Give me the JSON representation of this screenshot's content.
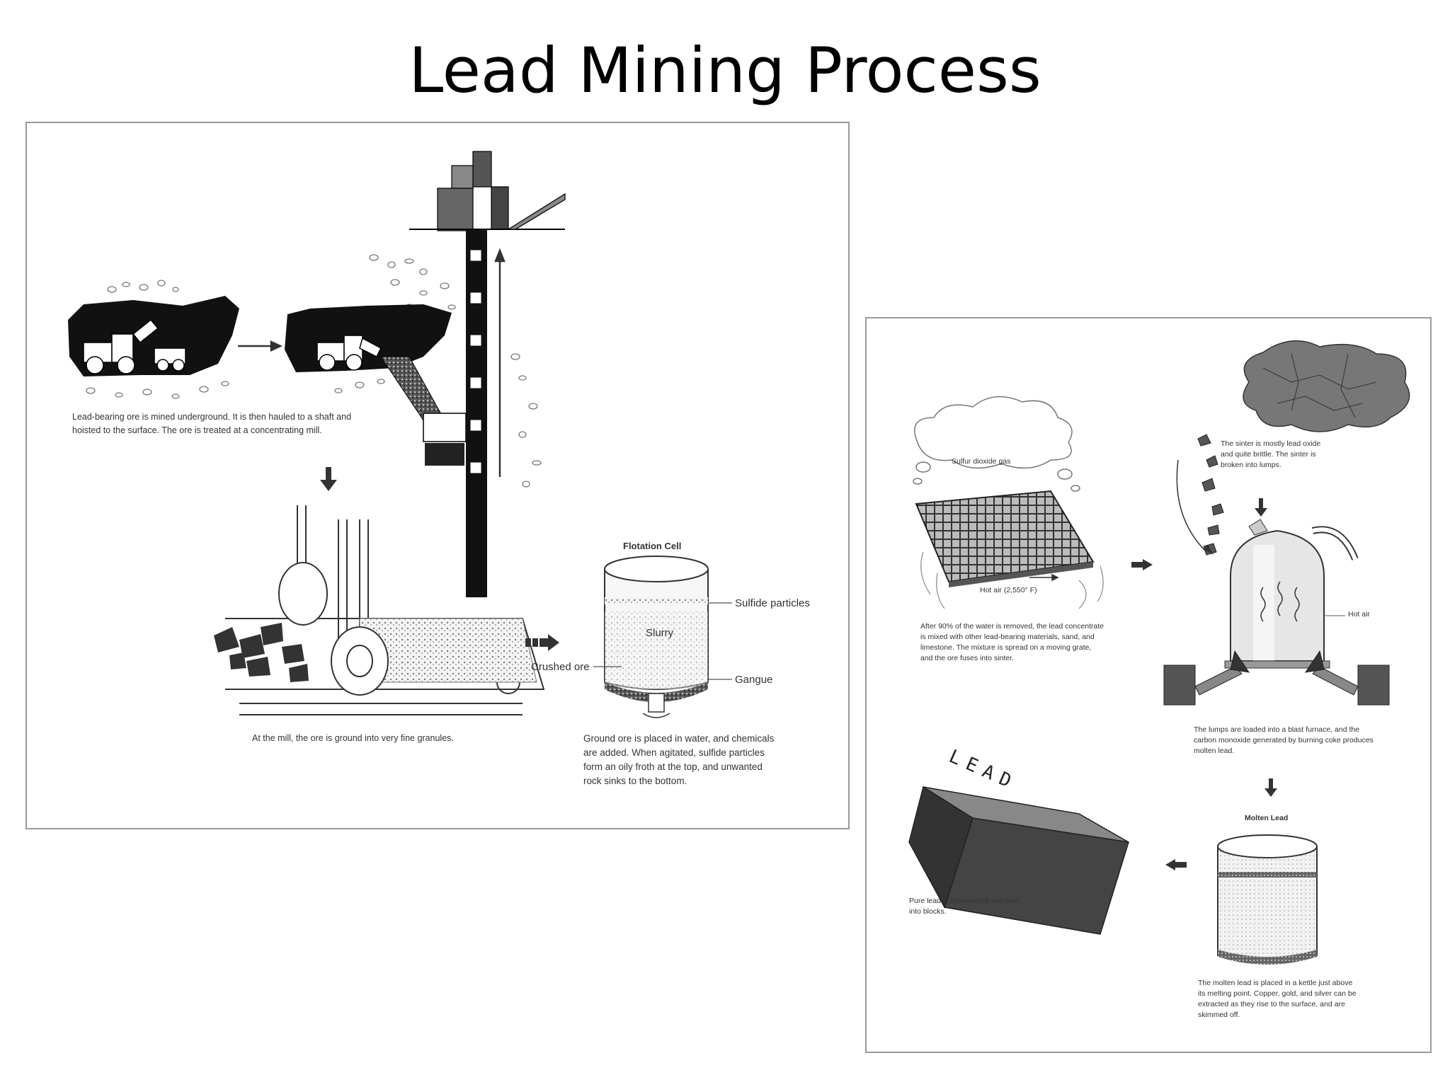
{
  "slide": {
    "title": "Lead Mining Process"
  },
  "left_panel": {
    "caption_mine": "Lead-bearing ore is mined underground. It is then hauled to a shaft and hoisted to the surface. The ore is treated at a concentrating mill.",
    "caption_mill": "At the mill, the ore is ground into very fine granules.",
    "flotation_title": "Flotation Cell",
    "label_sulfide": "Sulfide particles",
    "label_slurry": "Slurry",
    "label_crushed_ore": "Crushed ore",
    "label_gangue": "Gangue",
    "caption_flotation": "Ground ore is placed in water, and chemicals are added. When agitated, sulfide particles form an oily froth at the top, and unwanted rock sinks to the bottom."
  },
  "right_panel": {
    "label_sulfur_gas": "Sulfur dioxide gas",
    "label_hot_air_grate": "Hot air (2,550° F)",
    "caption_sinter_process": "After 90% of the water is removed, the lead concentrate is mixed with other lead-bearing materials, sand, and limestone. The mixture is spread on a moving grate, and the ore fuses into sinter.",
    "caption_sinter": "The sinter is mostly lead oxide and quite brittle. The sinter is broken into lumps.",
    "label_hot_air_furnace": "Hot air",
    "caption_furnace": "The lumps are loaded into a blast furnace, and the carbon monoxide generated by burning coke produces molten lead.",
    "molten_title": "Molten Lead",
    "caption_kettle": "The molten lead is placed in a kettle just above its melting point. Copper, gold, and silver can be extracted as they rise to the surface, and are skimmed off.",
    "ingot_text": "LEAD",
    "caption_ingot": "Pure lead is then cooled and cast into blocks."
  }
}
